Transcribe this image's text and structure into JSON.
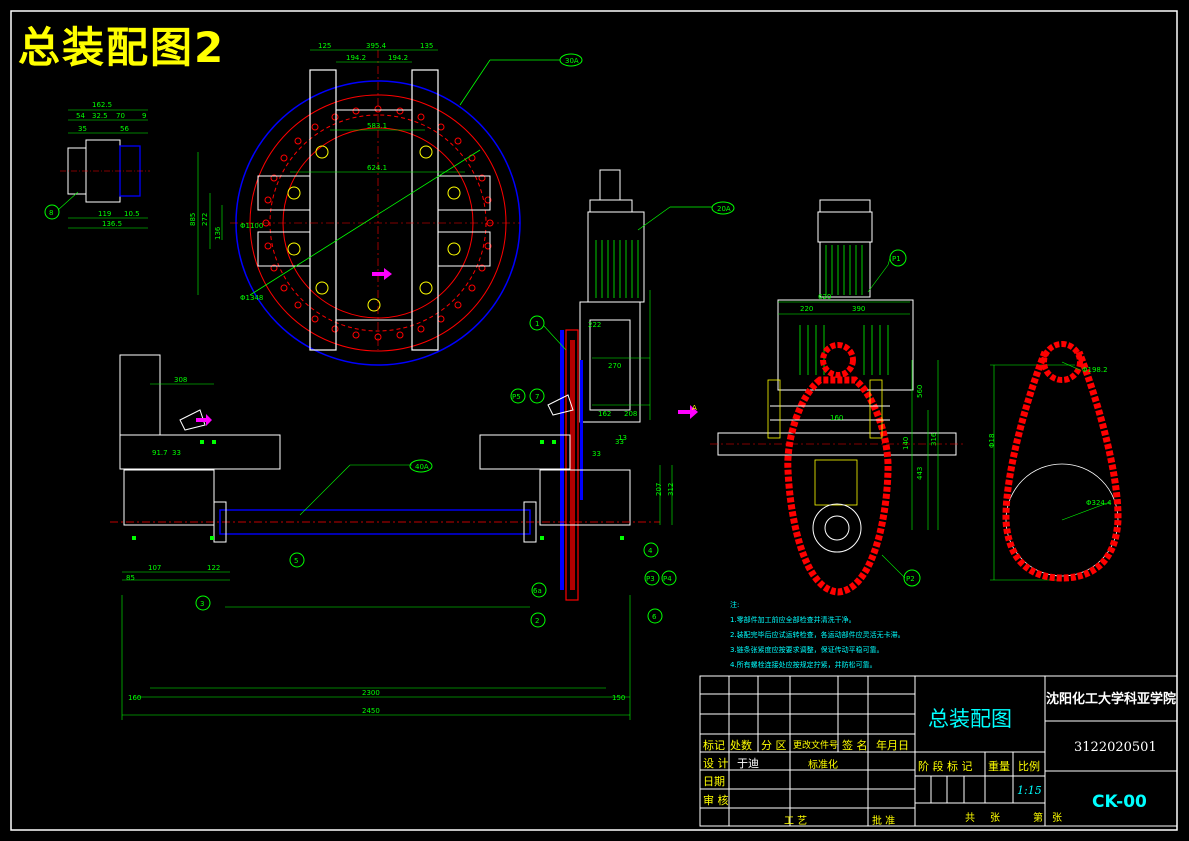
{
  "drawing": {
    "big_title": "总装配图2",
    "top_dims": {
      "d125": "125",
      "d395": "395.4",
      "d135": "135",
      "d194a": "194.2",
      "d194b": "194.2",
      "d583": "583.1",
      "d624": "624.1",
      "d885": "885",
      "d272": "272",
      "d136": "136",
      "d1100": "Φ1100",
      "d1348": "Φ1348",
      "d30a": "30A"
    },
    "small_dims": {
      "d162": "162.5",
      "d54": "54",
      "d32": "32.5",
      "d70": "70",
      "d9": "9",
      "d35": "35",
      "d56": "56",
      "d119": "119",
      "d10": "10.5",
      "d136": "136.5",
      "callout": "8"
    },
    "side_dims": {
      "d222": "222",
      "d270": "270",
      "d162": "162",
      "d208": "208",
      "d13": "13",
      "d20a": "20A",
      "c1": "1",
      "c7": "7",
      "cp5": "P5",
      "ca": "A"
    },
    "front_dims": {
      "d308": "308",
      "d917": "91.7",
      "d33a": "33",
      "d40a": "40A",
      "d33b": "33",
      "d33c": "33",
      "d107": "107",
      "d85": "85",
      "d122": "122",
      "d2300": "2300",
      "d2450": "2450",
      "d160": "160",
      "d150": "150",
      "d207": "207",
      "d312": "312",
      "c5": "5",
      "c3": "3",
      "c2": "2",
      "c6a": "6a",
      "c4": "4",
      "cp3": "P3",
      "cp4": "P4",
      "c6": "6"
    },
    "chain_dims": {
      "d620": "620",
      "d220": "220",
      "d390": "390",
      "d160": "160",
      "d560": "560",
      "d316": "316",
      "d140": "140",
      "d443": "443",
      "cp1": "P1",
      "cp2": "P2",
      "d618": "Φ18",
      "d198": "Φ198.2",
      "d324": "Φ324.4"
    }
  },
  "notes": {
    "heading": "注:",
    "lines": [
      "1.零部件加工前应全部检查并清洗干净。",
      "2.装配完毕后应试运转检查，各运动部件应灵活无卡滞。",
      "3.链条张紧度应按要求调整，保证传动平稳可靠。",
      "4.所有螺栓连接处应按规定拧紧，并防松可靠。"
    ]
  },
  "title_block": {
    "name": "总装配图",
    "school": "沈阳化工大学科亚学院",
    "code_number": "3122020501",
    "drawing_code": "CK-00",
    "scale": "1:15",
    "headers": [
      "标记",
      "处数",
      "分 区",
      "更改文件号",
      "签 名",
      "年月日"
    ],
    "design_label": "设 计",
    "designer": "于迪",
    "standardization": "标准化",
    "date_label": "日期",
    "check_label": "审 核",
    "process_label": "工 艺",
    "approve_label": "批 准",
    "stage_label": "阶 段 标 记",
    "weight_label": "重量",
    "ratio_label": "比例",
    "total_label": "共",
    "sheet_label": "张",
    "page_label": "第",
    "page_sheet_label": "张"
  },
  "colors": {
    "frame": "#ffffff",
    "dimension": "#00ff00",
    "part": "#ffffff",
    "shaft": "#0000ff",
    "chain": "#ff0000",
    "accent": "#ffff00",
    "note": "#00ffff",
    "magenta": "#ff00ff"
  }
}
